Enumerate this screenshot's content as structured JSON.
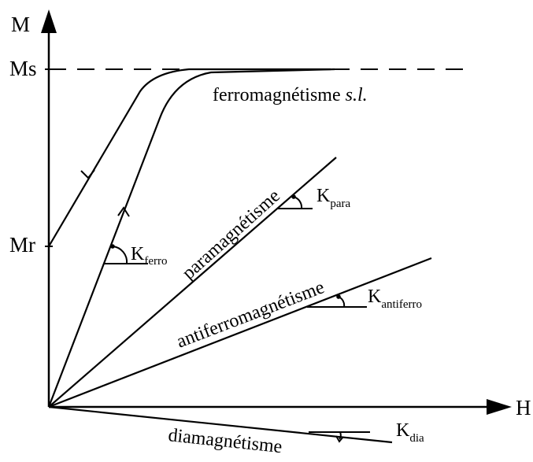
{
  "diagram": {
    "axes": {
      "y_label": "M",
      "x_label": "H",
      "ms_label": "Ms",
      "mr_label": "Mr"
    },
    "curves": {
      "ferro_text": "ferromagnétisme",
      "ferro_suffix": "s.l.",
      "para": "paramagnétisme",
      "antiferro": "antiferromagnétisme",
      "dia": "diamagnétisme"
    },
    "slopes": {
      "ferro": {
        "symbol": "K",
        "subscript": "ferro"
      },
      "para": {
        "symbol": "K",
        "subscript": "para"
      },
      "antiferro": {
        "symbol": "K",
        "subscript": "antiferro"
      },
      "dia": {
        "symbol": "K",
        "subscript": "dia"
      }
    },
    "colors": {
      "ink": "#000000",
      "background": "#ffffff"
    }
  }
}
